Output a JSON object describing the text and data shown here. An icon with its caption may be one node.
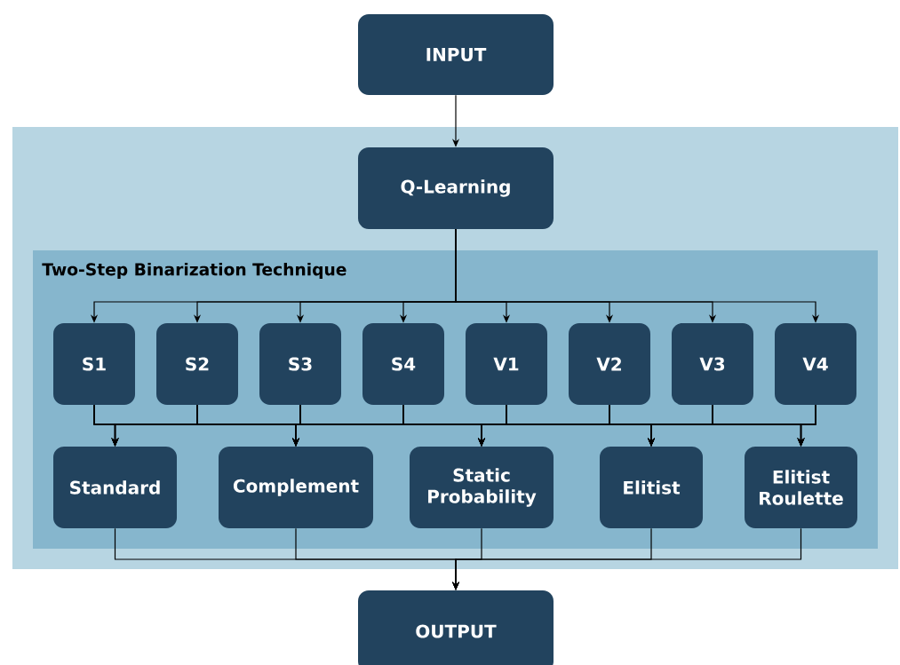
{
  "diagram": {
    "nodes": [
      {
        "text": [
          "INPUT"
        ]
      },
      {
        "text": [],
        "shape": "box"
      },
      {
        "text": [
          "Q-Learning"
        ],
        "in": 1
      },
      {
        "text": [
          "Two-Step Binarization Technique"
        ],
        "in": 1
      },
      {
        "text": [
          "S1"
        ],
        "in": 3
      },
      {
        "text": [
          "S2"
        ],
        "in": 3
      },
      {
        "text": [
          "S3"
        ],
        "in": 3
      },
      {
        "text": [
          "S4"
        ],
        "in": 3
      },
      {
        "text": [
          "V1"
        ],
        "in": 3
      },
      {
        "text": [
          "V2"
        ],
        "in": 3
      },
      {
        "text": [
          "V3"
        ],
        "in": 3
      },
      {
        "text": [
          "V4"
        ],
        "in": 3
      },
      {
        "text": [
          "Standard"
        ],
        "in": 3
      },
      {
        "text": [
          "Complement"
        ],
        "in": 3
      },
      {
        "text": [
          "Static Probability"
        ],
        "in": 3
      },
      {
        "text": [
          "Elitist"
        ],
        "in": 3
      },
      {
        "text": [
          "Elitist Roulette"
        ],
        "in": 3
      },
      {
        "text": [
          "OUTPUT"
        ]
      }
    ],
    "edges": [
      {
        "from": 0,
        "to": 2,
        "arrow": "to"
      },
      {
        "from": 2,
        "to": 4,
        "arrow": "to"
      },
      {
        "from": 2,
        "to": 5,
        "arrow": "to"
      },
      {
        "from": 2,
        "to": 6,
        "arrow": "to"
      },
      {
        "from": 2,
        "to": 7,
        "arrow": "to"
      },
      {
        "from": 2,
        "to": 8,
        "arrow": "to"
      },
      {
        "from": 2,
        "to": 9,
        "arrow": "to"
      },
      {
        "from": 2,
        "to": 10,
        "arrow": "to"
      },
      {
        "from": 2,
        "to": 11,
        "arrow": "to"
      },
      {
        "from": 4,
        "to": 12,
        "arrow": "to"
      },
      {
        "from": 4,
        "to": 13,
        "arrow": "to"
      },
      {
        "from": 4,
        "to": 14,
        "arrow": "to"
      },
      {
        "from": 4,
        "to": 15,
        "arrow": "to"
      },
      {
        "from": 4,
        "to": 16,
        "arrow": "to"
      },
      {
        "from": 5,
        "to": 12,
        "arrow": "to"
      },
      {
        "from": 5,
        "to": 13,
        "arrow": "to"
      },
      {
        "from": 5,
        "to": 14,
        "arrow": "to"
      },
      {
        "from": 5,
        "to": 15,
        "arrow": "to"
      },
      {
        "from": 5,
        "to": 16,
        "arrow": "to"
      },
      {
        "from": 6,
        "to": 12,
        "arrow": "to"
      },
      {
        "from": 6,
        "to": 13,
        "arrow": "to"
      },
      {
        "from": 6,
        "to": 14,
        "arrow": "to"
      },
      {
        "from": 6,
        "to": 15,
        "arrow": "to"
      },
      {
        "from": 6,
        "to": 16,
        "arrow": "to"
      },
      {
        "from": 7,
        "to": 12,
        "arrow": "to"
      },
      {
        "from": 7,
        "to": 13,
        "arrow": "to"
      },
      {
        "from": 7,
        "to": 14,
        "arrow": "to"
      },
      {
        "from": 7,
        "to": 15,
        "arrow": "to"
      },
      {
        "from": 7,
        "to": 16,
        "arrow": "to"
      },
      {
        "from": 8,
        "to": 12,
        "arrow": "to"
      },
      {
        "from": 8,
        "to": 13,
        "arrow": "to"
      },
      {
        "from": 8,
        "to": 14,
        "arrow": "to"
      },
      {
        "from": 8,
        "to": 15,
        "arrow": "to"
      },
      {
        "from": 8,
        "to": 16,
        "arrow": "to"
      },
      {
        "from": 9,
        "to": 12,
        "arrow": "to"
      },
      {
        "from": 9,
        "to": 13,
        "arrow": "to"
      },
      {
        "from": 9,
        "to": 14,
        "arrow": "to"
      },
      {
        "from": 9,
        "to": 15,
        "arrow": "to"
      },
      {
        "from": 9,
        "to": 16,
        "arrow": "to"
      },
      {
        "from": 10,
        "to": 12,
        "arrow": "to"
      },
      {
        "from": 10,
        "to": 13,
        "arrow": "to"
      },
      {
        "from": 10,
        "to": 14,
        "arrow": "to"
      },
      {
        "from": 10,
        "to": 15,
        "arrow": "to"
      },
      {
        "from": 10,
        "to": 16,
        "arrow": "to"
      },
      {
        "from": 11,
        "to": 12,
        "arrow": "to"
      },
      {
        "from": 11,
        "to": 13,
        "arrow": "to"
      },
      {
        "from": 11,
        "to": 14,
        "arrow": "to"
      },
      {
        "from": 11,
        "to": 15,
        "arrow": "to"
      },
      {
        "from": 11,
        "to": 16,
        "arrow": "to"
      },
      {
        "from": 12,
        "to": 17,
        "arrow": "to"
      },
      {
        "from": 13,
        "to": 17,
        "arrow": "to"
      },
      {
        "from": 14,
        "to": 17,
        "arrow": "to"
      },
      {
        "from": 15,
        "to": 17,
        "arrow": "to"
      },
      {
        "from": 16,
        "to": 17,
        "arrow": "to"
      }
    ]
  }
}
